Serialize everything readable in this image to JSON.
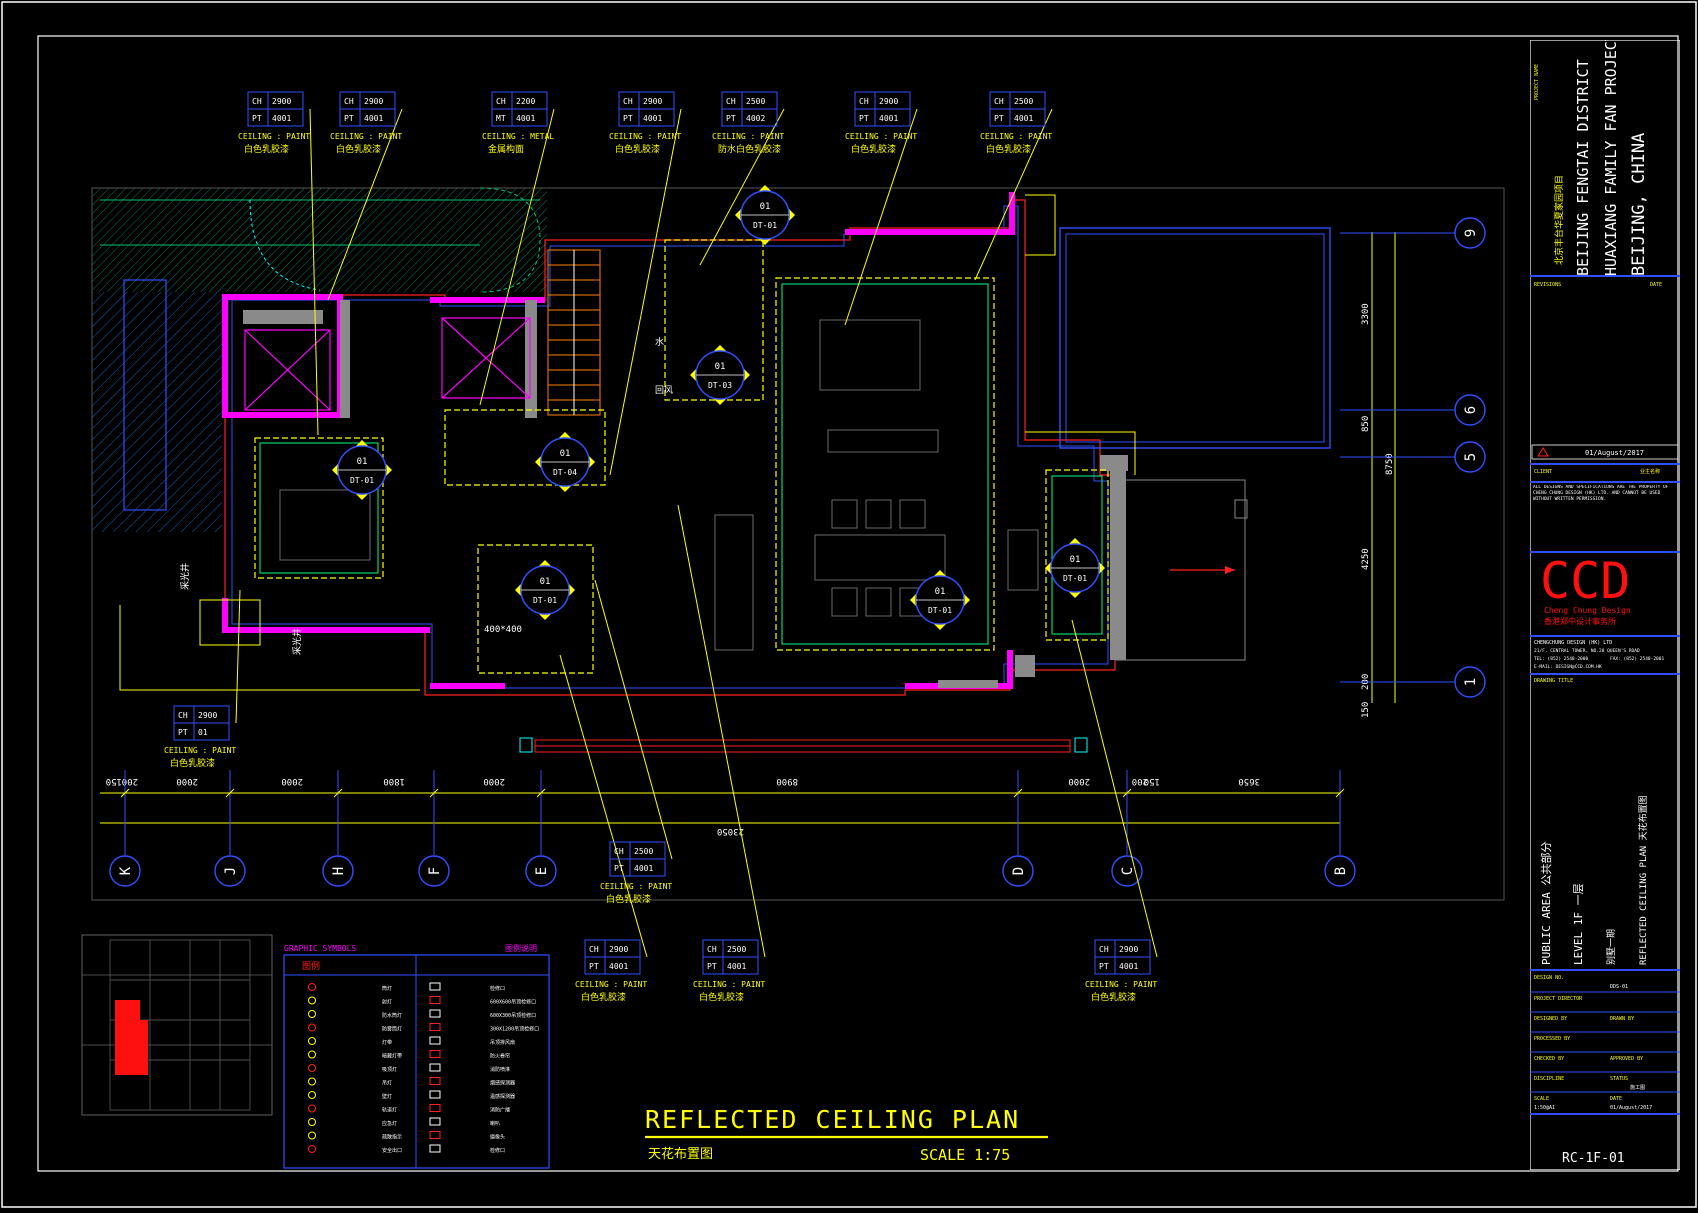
{
  "tags_top": [
    {
      "ch": "2900",
      "pt": "4001",
      "t1": "CEILING : PAINT",
      "t2": "白色乳胶漆"
    },
    {
      "ch": "2900",
      "pt": "4001",
      "t1": "CEILING : PAINT",
      "t2": "白色乳胶漆"
    },
    {
      "ch": "2200",
      "pt": "4001",
      "k2": "MT",
      "t1": "CEILING : METAL",
      "t2": "金属构面"
    },
    {
      "ch": "2900",
      "pt": "4001",
      "t1": "CEILING : PAINT",
      "t2": "白色乳胶漆"
    },
    {
      "ch": "2500",
      "pt": "4002",
      "t1": "CEILING : PAINT",
      "t2": "防水白色乳胶漆"
    },
    {
      "ch": "2900",
      "pt": "4001",
      "t1": "CEILING : PAINT",
      "t2": "白色乳胶漆"
    },
    {
      "ch": "2500",
      "pt": "4001",
      "t1": "CEILING : PAINT",
      "t2": "白色乳胶漆"
    }
  ],
  "tags_bottom": [
    {
      "ch": "2900",
      "pt": "01",
      "t1": "CEILING : PAINT",
      "t2": "白色乳胶漆"
    },
    {
      "ch": "2500",
      "pt": "4001",
      "t1": "CEILING : PAINT",
      "t2": "白色乳胶漆"
    },
    {
      "ch": "2900",
      "pt": "4001",
      "t1": "CEILING : PAINT",
      "t2": "白色乳胶漆"
    },
    {
      "ch": "2500",
      "pt": "4001",
      "t1": "CEILING : PAINT",
      "t2": "白色乳胶漆"
    },
    {
      "ch": "2900",
      "pt": "4001",
      "t1": "CEILING : PAINT",
      "t2": "白色乳胶漆"
    }
  ],
  "tag_keys": {
    "ch": "CH",
    "pt": "PT"
  },
  "detail_markers": [
    {
      "num": "01",
      "code": "DT-01"
    },
    {
      "num": "01",
      "code": "DT-03"
    },
    {
      "num": "01",
      "code": "DT-01"
    },
    {
      "num": "01",
      "code": "DT-04"
    },
    {
      "num": "01",
      "code": "DT-01"
    },
    {
      "num": "01",
      "code": "DT-01"
    },
    {
      "num": "01",
      "code": "DT-01"
    }
  ],
  "grid_bottom": [
    "K",
    "J",
    "H",
    "F",
    "E",
    "D",
    "C",
    "B"
  ],
  "grid_right": [
    "9",
    "6",
    "5",
    "1"
  ],
  "dims_bottom": [
    "150",
    "200",
    "2000",
    "2000",
    "1800",
    "2000",
    "8900",
    "2000",
    "200",
    "150",
    "3650"
  ],
  "dim_total": "23050",
  "dims_right": [
    "3300",
    "850",
    "4250",
    "200",
    "150"
  ],
  "dim_right_total": "8750",
  "room_labels": {
    "skylight1": "采光井",
    "skylight2": "采光井",
    "water": "水",
    "return_air": "回风",
    "size_note": "400*400"
  },
  "legend": {
    "title": "GRAPHIC SYMBOLS",
    "title_right": "图例说明",
    "header": "图例",
    "rows": [
      {
        "a": "筒灯",
        "b": "检修口"
      },
      {
        "a": "射灯",
        "b": "600X600吊顶检修口"
      },
      {
        "a": "防水筒灯",
        "b": "600X300吊顶检修口"
      },
      {
        "a": "防雾筒灯",
        "b": "300X1200吊顶检修口"
      },
      {
        "a": "灯带",
        "b": "吊顶排风扇"
      },
      {
        "a": "暗藏灯带",
        "b": "防火卷帘"
      },
      {
        "a": "吸顶灯",
        "b": "消防喷淋"
      },
      {
        "a": "吊灯",
        "b": "烟感探测器"
      },
      {
        "a": "壁灯",
        "b": "温感探测器"
      },
      {
        "a": "轨道灯",
        "b": "消防广播"
      },
      {
        "a": "应急灯",
        "b": "喇叭"
      },
      {
        "a": "疏散指示",
        "b": "摄像头"
      },
      {
        "a": "安全出口",
        "b": "检修口"
      }
    ]
  },
  "plan_title": "REFLECTED CEILING PLAN",
  "plan_subtitle": "天花布置图",
  "plan_scale": "SCALE 1:75",
  "title_block": {
    "project_label": "PROJECT NAME",
    "project_cn": "北京丰台华夏家园项目",
    "project_l1": "BEIJING FENGTAI DISTRICT",
    "project_l2": "HUAXIANG FAMILY FAN PROJECT",
    "project_l3": "BEIJING, CHINA",
    "revisions": "REVISIONS",
    "date_label": "DATE",
    "rev_date": "01/August/2017",
    "client": "CLIENT",
    "client_v": "业主名称",
    "notes": "ALL DESIGNS AND SPECIFICATIONS ARE THE PROPERTY OF CHENG CHUNG DESIGN (HK) LTD. AND CANNOT BE USED WITHOUT WRITTEN PERMISSION.",
    "logo": "CCD",
    "logo_sub": "Cheng Chung Design",
    "logo_cn": "香港郑中设计事务所",
    "company": "CHENGCHUNG DESIGN (HK) LTD",
    "address": "21/F, CENTRAL TOWER, NO.28 QUEEN'S ROAD",
    "tel": "TEL: (852) 2548-2000",
    "fax": "FAX: (852) 2548-2001",
    "email": "E-MAIL: DESIGN@CCD.COM.HK",
    "drawing_title": "DRAWING TITLE",
    "area": "PUBLIC AREA 公共部分",
    "level": "LEVEL 1F 一层",
    "drawing": "REFLECTED CEILING PLAN 天花布置图",
    "villa": "别墅一期",
    "design_no": "DESIGN NO.",
    "design_no_v": "DDS-01",
    "director": "PROJECT DIRECTOR",
    "designed_by": "DESIGNED BY",
    "drawn_by": "DRAWN BY",
    "processed_by": "PROCESSED BY",
    "checked_by": "CHECKED BY",
    "approved_by": "APPROVED BY",
    "discipline": "DISCIPLINE",
    "status": "STATUS",
    "status_v": "施工图",
    "scale": "SCALE",
    "scale_v": "1:50@A1",
    "date": "DATE",
    "date_v": "01/August/2017",
    "drawing_no": "RC-1F-01"
  },
  "colors": {
    "yellow": "#ffff00",
    "cyan": "#00ffff",
    "blue": "#3050ff",
    "magenta": "#ff00ff",
    "red": "#ff2020",
    "green": "#00c070",
    "white": "#ffffff"
  }
}
